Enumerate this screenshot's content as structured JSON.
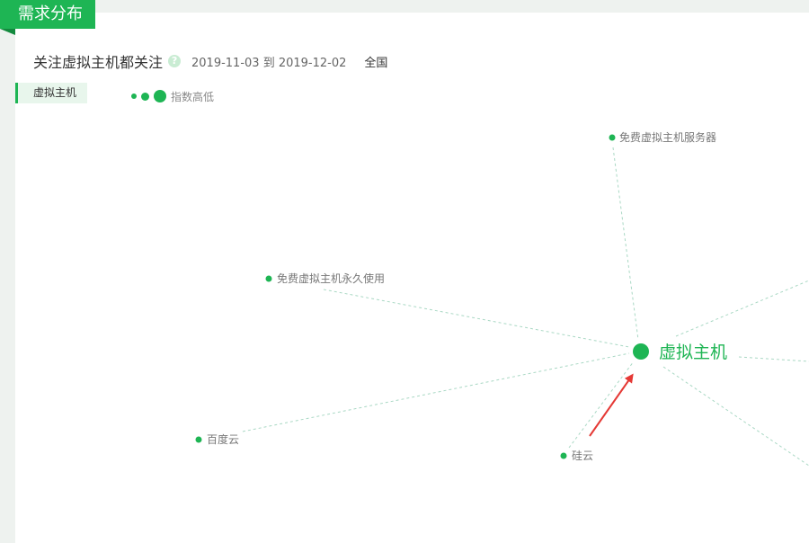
{
  "section": {
    "title": "需求分布"
  },
  "header": {
    "title": "关注虚拟主机都关注",
    "date_range": "2019-11-03 到 2019-12-02",
    "region": "全国"
  },
  "keyword_tab": {
    "label": "虚拟主机"
  },
  "legend": {
    "label": "指数高低"
  },
  "graph": {
    "center": {
      "label": "虚拟主机"
    },
    "related_terms": [
      "免费虚拟主机服务器",
      "免费虚拟主机永久使用",
      "百度云",
      "硅云"
    ]
  },
  "colors": {
    "accent": "#1eb554",
    "edge": "#a9d8c4",
    "arrow": "#e53935"
  },
  "icons": {
    "help": "question-mark-icon"
  }
}
